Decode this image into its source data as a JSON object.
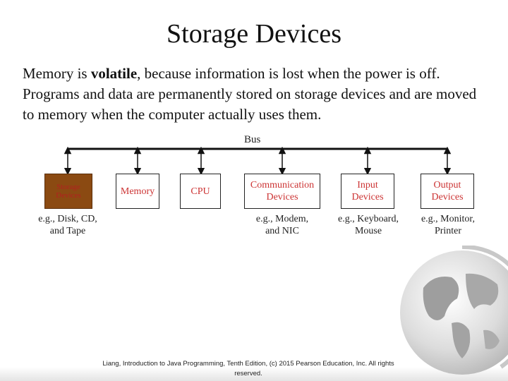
{
  "slide": {
    "title": "Storage Devices",
    "body_before": "Memory is ",
    "body_bold": "volatile",
    "body_after": ", because information is lost when the power is off. Programs and data are permanently stored on storage devices and are moved to memory when the computer actually uses them.",
    "footer": "Liang, Introduction to Java Programming, Tenth Edition, (c) 2015 Pearson Education, Inc. All rights reserved."
  },
  "diagram": {
    "bus_label": "Bus",
    "nodes": {
      "storage": "Storage Devices",
      "memory": "Memory",
      "cpu": "CPU",
      "communication": "Communication Devices",
      "input": "Input Devices",
      "output": "Output Devices"
    },
    "captions": {
      "storage": "e.g., Disk, CD, and Tape",
      "communication": "e.g., Modem, and NIC",
      "input": "e.g., Keyboard, Mouse",
      "output": "e.g., Monitor, Printer"
    }
  },
  "colors": {
    "node_text": "#cc3333",
    "storage_fill": "#8b4a12",
    "bus_line": "#111111"
  },
  "decoration": {
    "globe": "globe-icon"
  }
}
